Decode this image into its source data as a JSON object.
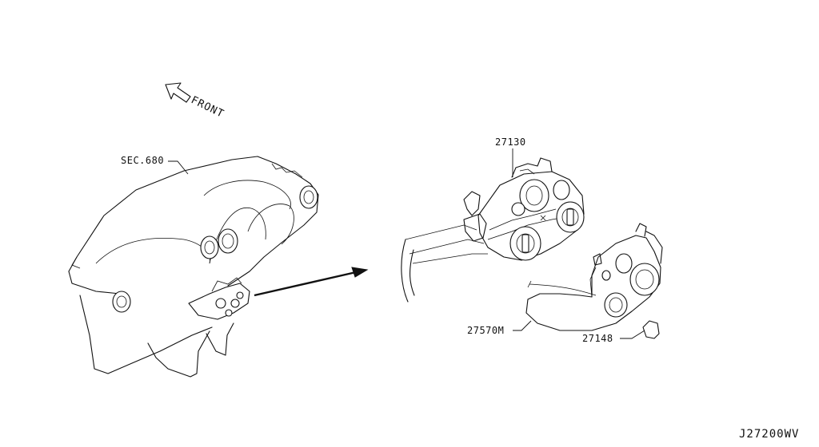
{
  "orientation": {
    "label": "FRONT"
  },
  "callouts": {
    "dashboard": "SEC.680",
    "control_unit": "27130",
    "cable": "27570M",
    "finisher": "27148"
  },
  "diagram_code": "J27200WV"
}
